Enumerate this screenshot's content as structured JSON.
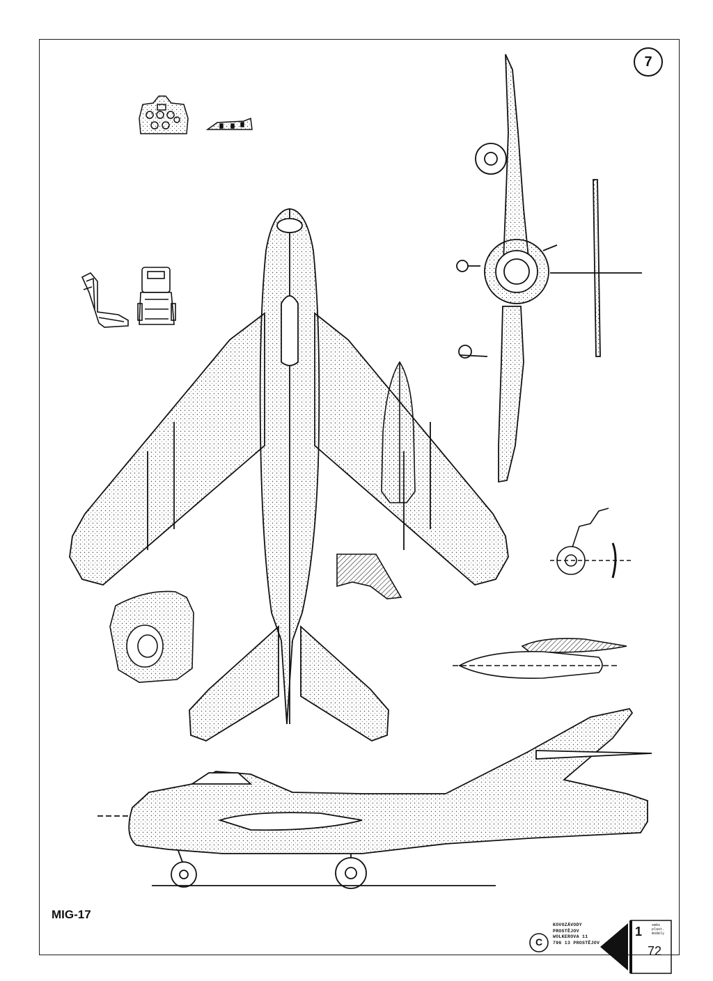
{
  "page_number": "7",
  "model_name": "MIG-17",
  "copyright_symbol": "C",
  "manufacturer_lines": [
    "KOVOZÁVODY",
    "PROSTĚJOV",
    "WOLKEROVA 11",
    "796 13 PROSTĚJOV"
  ],
  "scale": {
    "numerator": "1",
    "denominator": "72"
  },
  "brand_lines": [
    "směs",
    "plast.",
    "modely"
  ],
  "colors": {
    "ink": "#1a1a1a",
    "paper": "#ffffff"
  }
}
